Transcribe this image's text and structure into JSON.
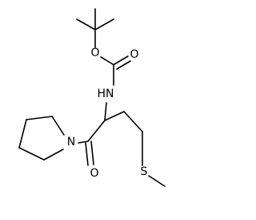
{
  "molecule": {
    "atoms": {
      "ester_oxygen": "O",
      "carbonyl_oxygen_top": "O",
      "amide_nitrogen": "HN",
      "pyrrolidine_nitrogen": "N",
      "carbonyl_oxygen_bottom": "O",
      "sulfur": "S"
    }
  },
  "colors": {
    "bond": "#000000",
    "label": "#000000",
    "background": "#ffffff"
  }
}
